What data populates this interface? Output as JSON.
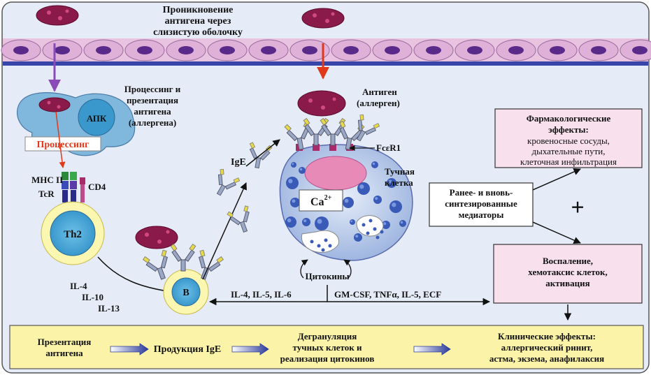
{
  "top": {
    "penetration_line1": "Проникновение",
    "penetration_line2": "антигена через",
    "penetration_line3": "слизистую оболочку"
  },
  "apc": {
    "processing_title_line1": "Процессинг и",
    "processing_title_line2": "презентация",
    "processing_title_line3": "антигена",
    "processing_title_line4": "(аллергена)",
    "cell_label": "АПК",
    "processing_box": "Процессинг",
    "mhc_label": "MHC II",
    "tcr_label": "TcR",
    "cd4_label": "CD4",
    "th2_label": "Th2"
  },
  "b_cell": {
    "label": "B",
    "il4": "IL-4",
    "il10": "IL-10",
    "il13": "IL-13",
    "ige_label": "IgE"
  },
  "mast": {
    "antigen_line1": "Антиген",
    "antigen_line2": "(аллерген)",
    "receptor": "FcεR1",
    "cell_line1": "Тучная",
    "cell_line2": "клетка",
    "calcium": "Ca",
    "calcium_sup": "2+",
    "cytokines": "Цитокины",
    "cyt_to_b": "IL-4, IL-5, IL-6",
    "cyt_out": "GM-CSF, TNFα, IL-5, ECF"
  },
  "right": {
    "pharm_line1": "Фармакологические",
    "pharm_line2": "эффекты:",
    "pharm_line3": "кровеносные сосуды,",
    "pharm_line4": "дыхательные пути,",
    "pharm_line5": "клеточная инфильтрация",
    "mediators_line1": "Ранее- и вновь-",
    "mediators_line2": "синтезированные",
    "mediators_line3": "медиаторы",
    "plus": "+",
    "inflam_line1": "Воспаление,",
    "inflam_line2": "хемотаксис клеток,",
    "inflam_line3": "активация"
  },
  "bottom": {
    "step1_line1": "Презентация",
    "step1_line2": "антигена",
    "step2": "Продукция IgE",
    "step3_line1": "Дегрануляция",
    "step3_line2": "тучных клеток и",
    "step3_line3": "реализация цитокинов",
    "step4_line1": "Клинические эффекты:",
    "step4_line2": "аллергический ринит,",
    "step4_line3": "астма, экзема, анафилаксия"
  },
  "colors": {
    "background": "#e6ecf7",
    "membrane": "#3845a8",
    "epithelium": "#d8a8cf",
    "nucleus": "#5a2a8a",
    "antigen": "#8a1a4a",
    "apc": "#7fb8dc",
    "th2": "#4aa8d8",
    "mast": "#b8c8e8",
    "granule": "#3a5ab8",
    "bottom_bar": "#fbf3a8",
    "pink_box": "#f8e0ec",
    "red_arrow": "#e03818",
    "purple_arrow": "#8a4ab8"
  }
}
